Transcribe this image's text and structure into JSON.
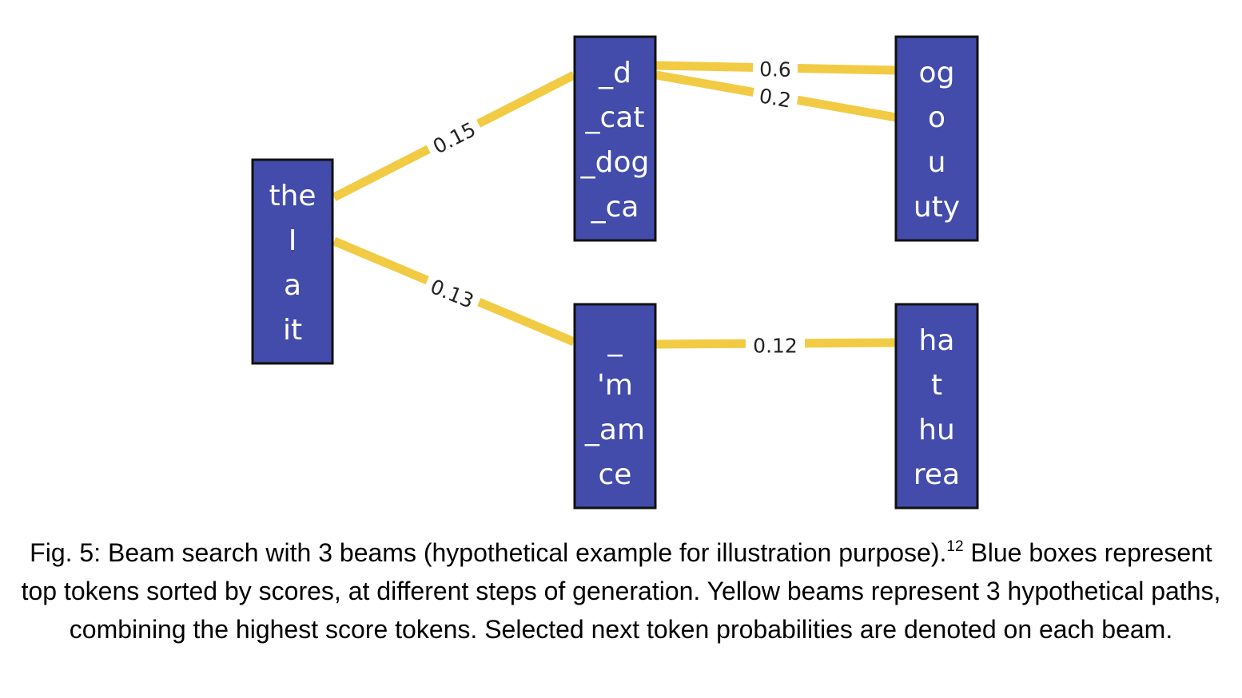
{
  "diagram": {
    "boxes": [
      {
        "id": "step0",
        "tokens": [
          "the",
          "I",
          "a",
          "it"
        ]
      },
      {
        "id": "step1a",
        "tokens": [
          "_d",
          "_cat",
          "_dog",
          "_ca"
        ]
      },
      {
        "id": "step2a",
        "tokens": [
          "og",
          "o",
          "u",
          "uty"
        ]
      },
      {
        "id": "step1b",
        "tokens": [
          "_",
          "'m",
          "_am",
          "ce"
        ]
      },
      {
        "id": "step2b",
        "tokens": [
          "ha",
          "t",
          "hu",
          "rea"
        ]
      }
    ],
    "beams": [
      {
        "from": "step0",
        "to": "step1a",
        "label": "0.15"
      },
      {
        "from": "step0",
        "to": "step1b",
        "label": "0.13"
      },
      {
        "from": "step1a",
        "to": "step2a",
        "label": "0.6"
      },
      {
        "from": "step1a",
        "to": "step2a",
        "label": "0.2"
      },
      {
        "from": "step1b",
        "to": "step2b",
        "label": "0.12"
      }
    ],
    "colors": {
      "box_fill": "#434cab",
      "box_border": "#111111",
      "beam": "#f2cb45",
      "token_text": "#ffffff"
    }
  },
  "caption": {
    "prefix": "Fig. 5: Beam search with 3 beams (hypothetical example for illustration purpose).",
    "footnote_ref": "12",
    "text": " Blue boxes represent top tokens sorted by scores, at different steps of generation. Yellow beams represent 3 hypothetical paths, combining the highest score tokens. Selected next token probabilities are denoted on each beam."
  }
}
